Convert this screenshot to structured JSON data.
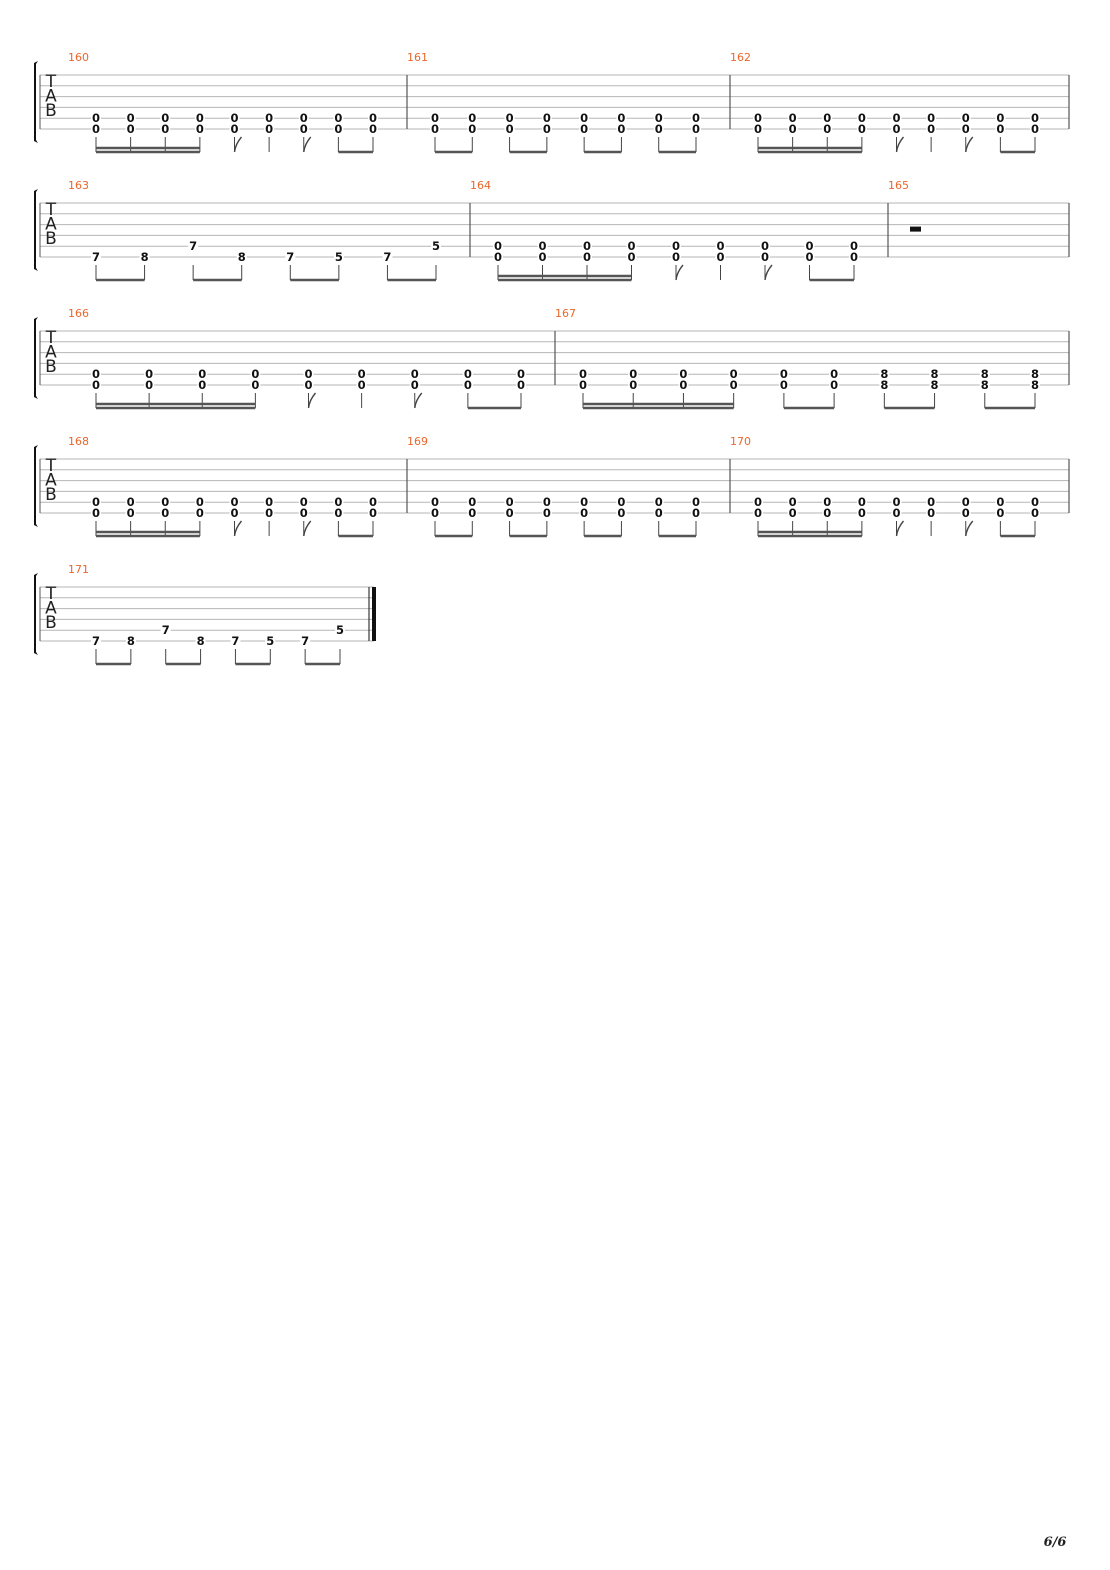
{
  "page": {
    "page_number": "6/6"
  },
  "tab_clef": [
    "T",
    "A",
    "B"
  ],
  "colors": {
    "measure_number": "#e8672b",
    "staff_line": "#b5b5b5",
    "ink": "#111111",
    "barline": "#555555"
  },
  "systems": [
    {
      "measures": [
        {
          "number": "160",
          "figure": "A"
        },
        {
          "number": "161",
          "figure": "B"
        },
        {
          "number": "162",
          "figure": "A"
        }
      ]
    },
    {
      "measures": [
        {
          "number": "163",
          "figure": "C"
        },
        {
          "number": "164",
          "figure": "A"
        },
        {
          "number": "165",
          "figure": "REST"
        }
      ]
    },
    {
      "measures": [
        {
          "number": "166",
          "figure": "A"
        },
        {
          "number": "167",
          "figure": "D"
        }
      ]
    },
    {
      "measures": [
        {
          "number": "168",
          "figure": "A"
        },
        {
          "number": "169",
          "figure": "B"
        },
        {
          "number": "170",
          "figure": "A"
        }
      ]
    },
    {
      "final": true,
      "measures": [
        {
          "number": "171",
          "figure": "C"
        }
      ]
    }
  ],
  "figures": {
    "A": {
      "notes": [
        {
          "frets": [
            [
              "5",
              "0"
            ],
            [
              "6",
              "0"
            ]
          ]
        },
        {
          "frets": [
            [
              "5",
              "0"
            ],
            [
              "6",
              "0"
            ]
          ]
        },
        {
          "frets": [
            [
              "5",
              "0"
            ],
            [
              "6",
              "0"
            ]
          ]
        },
        {
          "frets": [
            [
              "5",
              "0"
            ],
            [
              "6",
              "0"
            ]
          ]
        },
        {
          "frets": [
            [
              "5",
              "0"
            ],
            [
              "6",
              "0"
            ]
          ],
          "flag": true
        },
        {
          "frets": [
            [
              "5",
              "0"
            ],
            [
              "6",
              "0"
            ]
          ]
        },
        {
          "frets": [
            [
              "5",
              "0"
            ],
            [
              "6",
              "0"
            ]
          ],
          "flag": true
        },
        {
          "frets": [
            [
              "5",
              "0"
            ],
            [
              "6",
              "0"
            ]
          ]
        },
        {
          "frets": [
            [
              "5",
              "0"
            ],
            [
              "6",
              "0"
            ]
          ]
        }
      ],
      "beams": [
        {
          "from": 0,
          "to": 3,
          "count": 2
        },
        {
          "from": 7,
          "to": 8,
          "count": 1
        }
      ]
    },
    "B": {
      "notes": [
        {
          "frets": [
            [
              "5",
              "0"
            ],
            [
              "6",
              "0"
            ]
          ]
        },
        {
          "frets": [
            [
              "5",
              "0"
            ],
            [
              "6",
              "0"
            ]
          ]
        },
        {
          "frets": [
            [
              "5",
              "0"
            ],
            [
              "6",
              "0"
            ]
          ]
        },
        {
          "frets": [
            [
              "5",
              "0"
            ],
            [
              "6",
              "0"
            ]
          ]
        },
        {
          "frets": [
            [
              "5",
              "0"
            ],
            [
              "6",
              "0"
            ]
          ]
        },
        {
          "frets": [
            [
              "5",
              "0"
            ],
            [
              "6",
              "0"
            ]
          ]
        },
        {
          "frets": [
            [
              "5",
              "0"
            ],
            [
              "6",
              "0"
            ]
          ]
        },
        {
          "frets": [
            [
              "5",
              "0"
            ],
            [
              "6",
              "0"
            ]
          ]
        }
      ],
      "beams": [
        {
          "from": 0,
          "to": 1,
          "count": 1
        },
        {
          "from": 2,
          "to": 3,
          "count": 1
        },
        {
          "from": 4,
          "to": 5,
          "count": 1
        },
        {
          "from": 6,
          "to": 7,
          "count": 1
        }
      ]
    },
    "C": {
      "notes": [
        {
          "frets": [
            [
              "6",
              "7"
            ]
          ]
        },
        {
          "frets": [
            [
              "6",
              "8"
            ]
          ]
        },
        {
          "frets": [
            [
              "5",
              "7"
            ]
          ]
        },
        {
          "frets": [
            [
              "6",
              "8"
            ]
          ]
        },
        {
          "frets": [
            [
              "6",
              "7"
            ]
          ]
        },
        {
          "frets": [
            [
              "6",
              "5"
            ]
          ]
        },
        {
          "frets": [
            [
              "6",
              "7"
            ]
          ]
        },
        {
          "frets": [
            [
              "5",
              "5"
            ]
          ]
        }
      ],
      "beams": [
        {
          "from": 0,
          "to": 1,
          "count": 1
        },
        {
          "from": 2,
          "to": 3,
          "count": 1
        },
        {
          "from": 4,
          "to": 5,
          "count": 1
        },
        {
          "from": 6,
          "to": 7,
          "count": 1
        }
      ]
    },
    "D": {
      "notes": [
        {
          "frets": [
            [
              "5",
              "0"
            ],
            [
              "6",
              "0"
            ]
          ]
        },
        {
          "frets": [
            [
              "5",
              "0"
            ],
            [
              "6",
              "0"
            ]
          ]
        },
        {
          "frets": [
            [
              "5",
              "0"
            ],
            [
              "6",
              "0"
            ]
          ]
        },
        {
          "frets": [
            [
              "5",
              "0"
            ],
            [
              "6",
              "0"
            ]
          ]
        },
        {
          "frets": [
            [
              "5",
              "0"
            ],
            [
              "6",
              "0"
            ]
          ]
        },
        {
          "frets": [
            [
              "5",
              "0"
            ],
            [
              "6",
              "0"
            ]
          ]
        },
        {
          "frets": [
            [
              "5",
              "8"
            ],
            [
              "6",
              "8"
            ]
          ]
        },
        {
          "frets": [
            [
              "5",
              "8"
            ],
            [
              "6",
              "8"
            ]
          ]
        },
        {
          "frets": [
            [
              "5",
              "8"
            ],
            [
              "6",
              "8"
            ]
          ]
        },
        {
          "frets": [
            [
              "5",
              "8"
            ],
            [
              "6",
              "8"
            ]
          ]
        }
      ],
      "beams": [
        {
          "from": 0,
          "to": 3,
          "count": 2
        },
        {
          "from": 4,
          "to": 5,
          "count": 1
        },
        {
          "from": 6,
          "to": 7,
          "count": 1
        },
        {
          "from": 8,
          "to": 9,
          "count": 1
        }
      ]
    },
    "REST": {
      "notes": [],
      "beams": [],
      "rest": "whole"
    }
  }
}
